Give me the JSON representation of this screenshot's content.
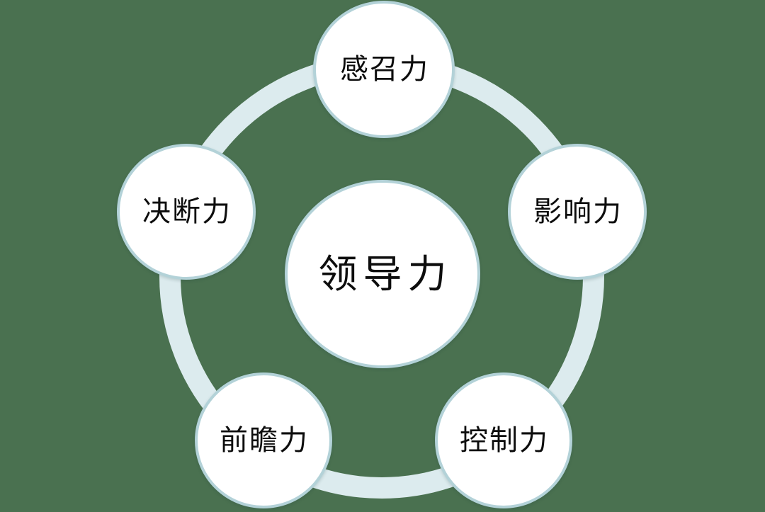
{
  "diagram": {
    "type": "hub-and-spoke",
    "center": {
      "label": "领导力"
    },
    "satellites": [
      {
        "id": "charisma",
        "label": "感召力",
        "position": "top"
      },
      {
        "id": "influence",
        "label": "影响力",
        "position": "right"
      },
      {
        "id": "control",
        "label": "控制力",
        "position": "bottom-right"
      },
      {
        "id": "foresight",
        "label": "前瞻力",
        "position": "bottom-left"
      },
      {
        "id": "decisiveness",
        "label": "决断力",
        "position": "left"
      }
    ],
    "colors": {
      "background": "#4a7150",
      "ring": "#dcebee",
      "circle_fill": "#ffffff",
      "circle_border": "#b3d2d8",
      "text": "#0d0d0d"
    }
  }
}
